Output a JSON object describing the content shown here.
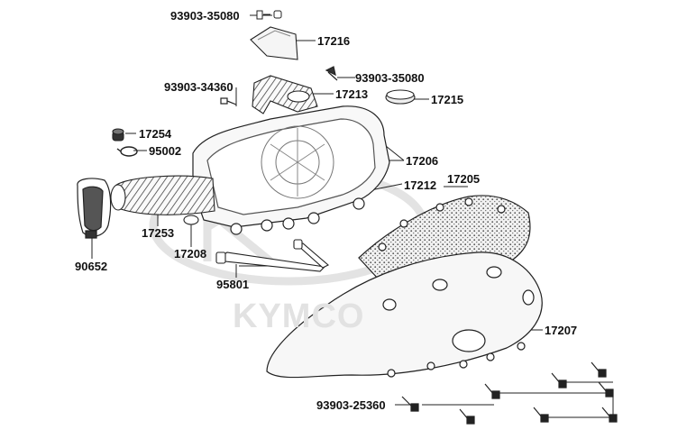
{
  "watermark": {
    "brand": "KYMCO"
  },
  "parts": {
    "p93903_35080_top": "93903-35080",
    "p17216": "17216",
    "p93903_35080_mid": "93903-35080",
    "p93903_34360": "93903-34360",
    "p17213": "17213",
    "p17215": "17215",
    "p17254": "17254",
    "p95002": "95002",
    "p17206": "17206",
    "p17212": "17212",
    "p17205": "17205",
    "p17253": "17253",
    "p17208": "17208",
    "p90652": "90652",
    "p95801": "95801",
    "p17207": "17207",
    "p93903_25360": "93903-25360"
  }
}
